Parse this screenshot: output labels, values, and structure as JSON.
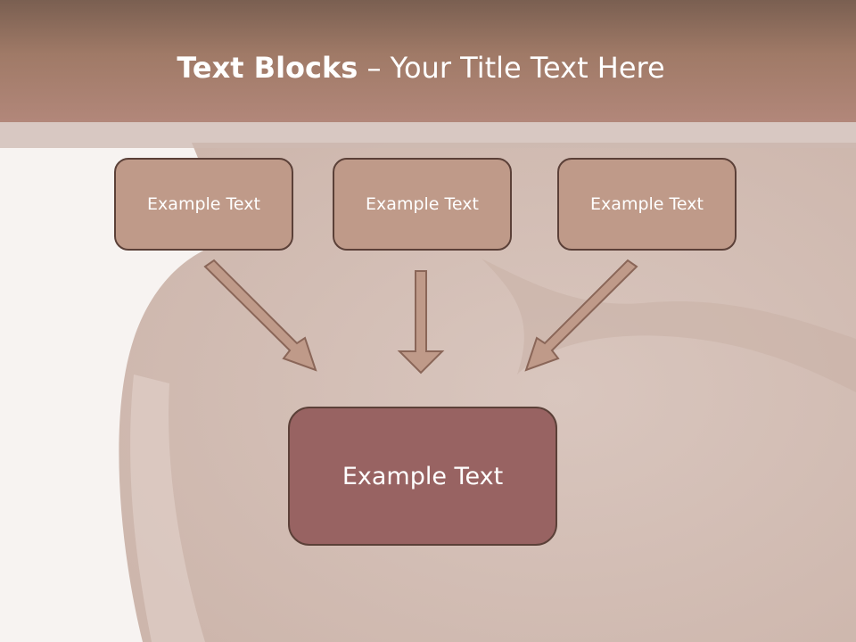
{
  "slide": {
    "title_bold": "Text Blocks",
    "title_dash": " – ",
    "title_rest": "Your Title Text Here"
  },
  "blocks": [
    {
      "label": "Example Text"
    },
    {
      "label": "Example Text"
    },
    {
      "label": "Example Text"
    }
  ],
  "main_block": {
    "label": "Example Text"
  },
  "colors": {
    "header": "#a07a67",
    "block_fill": "#bf9a89",
    "main_fill": "#986362",
    "border": "#5b4038"
  }
}
